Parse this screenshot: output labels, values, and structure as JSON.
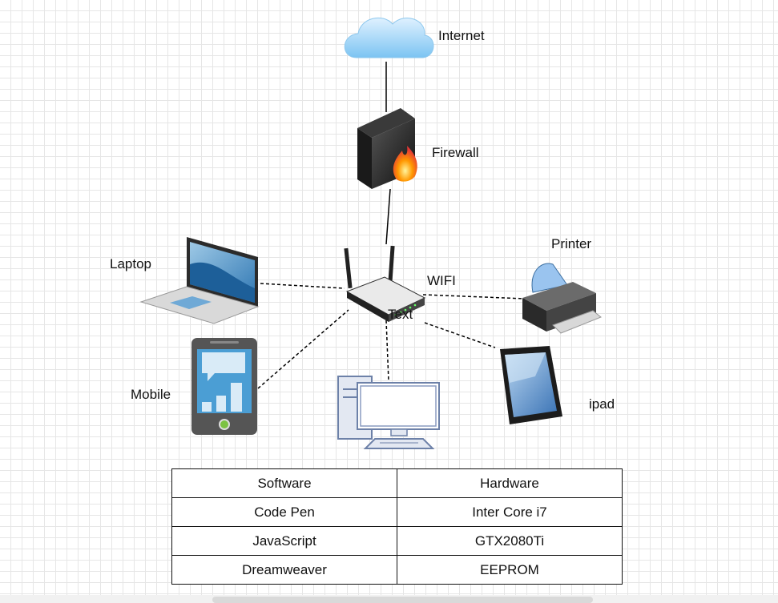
{
  "nodes": {
    "internet": "Internet",
    "firewall": "Firewall",
    "wifi": "WIFI",
    "wifi_overlap_text": "Text",
    "printer": "Printer",
    "laptop": "Laptop",
    "mobile": "Mobile",
    "ipad": "ipad"
  },
  "table": {
    "rows": [
      [
        "Software",
        "Hardware"
      ],
      [
        "Code Pen",
        "Inter Core i7"
      ],
      [
        "JavaScript",
        "GTX2080Ti"
      ],
      [
        "Dreamweaver",
        "EEPROM"
      ]
    ]
  }
}
